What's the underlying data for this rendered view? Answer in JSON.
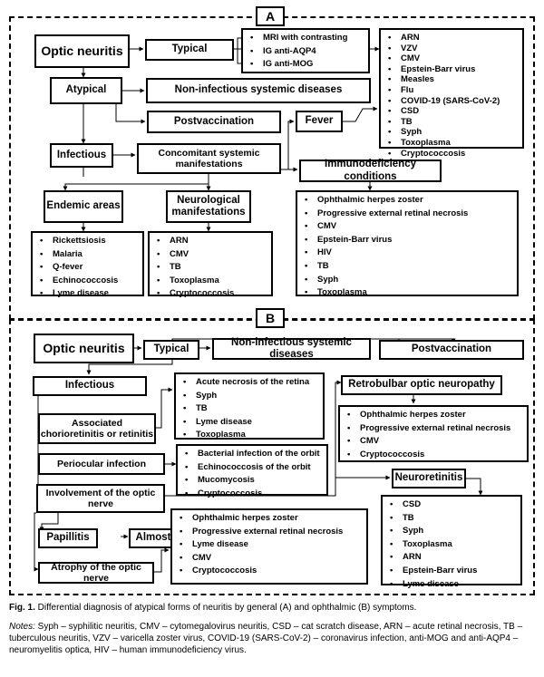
{
  "panel_a": {
    "label": "A",
    "optic_neuritis": "Optic  neuritis",
    "typical": "Typical",
    "typical_list": [
      "MRI with contrasting",
      "IG anti-AQP4",
      "IG anti-MOG"
    ],
    "atypical": "Atypical",
    "non_infectious": "Non-infectious systemic diseases",
    "postvaccination": "Postvaccination",
    "fever": "Fever",
    "fever_list": [
      "ARN",
      "VZV",
      "CMV",
      "Epstein-Barr virus",
      "Measles",
      "Flu",
      "COVID-19 (SARS-CoV-2)",
      "CSD",
      "TB",
      "Syph",
      "Toxoplasma",
      "Cryptococcosis"
    ],
    "infectious": "Infectious",
    "concomitant": "Concomitant systemic manifestations",
    "immunodeficiency": "Immunodeficiency conditions",
    "immunodeficiency_list": [
      "Ophthalmic herpes zoster",
      "Progressive external retinal necrosis",
      "CMV",
      "Epstein-Barr virus",
      "HIV",
      "TB",
      "Syph",
      "Toxoplasma"
    ],
    "endemic": "Endemic areas",
    "endemic_list": [
      "Rickettsiosis",
      "Malaria",
      "Q-fever",
      "Echinococcosis",
      "Lyme disease"
    ],
    "neurological": "Neurological manifestations",
    "neurological_list": [
      "ARN",
      "CMV",
      "TB",
      "Toxoplasma",
      "Cryptococcosis"
    ]
  },
  "panel_b": {
    "label": "B",
    "optic_neuritis": "Optic  neuritis",
    "typical": "Typical",
    "non_infectious": "Non-infectious systemic diseases",
    "postvaccination": "Postvaccination",
    "infectious": "Infectious",
    "chorio": "Associated chorioretinitis or retinitis",
    "chorio_list": [
      "Acute necrosis of the retina",
      "Syph",
      "TB",
      "Lyme disease",
      "Toxoplasma"
    ],
    "periocular": "Periocular infection",
    "periocular_list": [
      "Bacterial infection of the orbit",
      "Echinococcosis of the orbit",
      "Mucomycosis",
      "Cryptococcosis"
    ],
    "involvement": "Involvement of the optic nerve",
    "retrobulbar": "Retrobulbar optic neuropathy",
    "retrobulbar_list": [
      "Ophthalmic herpes zoster",
      "Progressive external retinal necrosis",
      "CMV",
      "Cryptococcosis"
    ],
    "neuroretinitis": "Neuroretinitis",
    "neuroretinitis_list": [
      "CSD",
      "TB",
      "Syph",
      "Toxoplasma",
      "ARN",
      "Epstein-Barr virus",
      "Lyme disease"
    ],
    "papillitis": "Papillitis",
    "almost_all": "Almost all",
    "atrophy": "Atrophy of the optic nerve",
    "atrophy_list": [
      "Ophthalmic herpes zoster",
      "Progressive external retinal necrosis",
      "Lyme disease",
      "CMV",
      "Cryptococcosis"
    ]
  },
  "caption": {
    "fig": "Fig. 1.",
    "text": " Differential diagnosis of atypical forms of neuritis by general (A) and ophthalmic (B) symptoms."
  },
  "notes": {
    "label": "Notes:",
    "text": " Syph – syphilitic neuritis, CMV – cytomegalovirus neuritis, CSD – cat scratch disease, ARN – acute retinal necrosis, TB – tuberculous neuritis, VZV – varicella zoster virus, COVID-19 (SARS-CoV-2) – coronavirus infection, anti-MOG and anti-AQP4 – neuromyelitis optica, HIV – human immunodeficiency virus."
  }
}
